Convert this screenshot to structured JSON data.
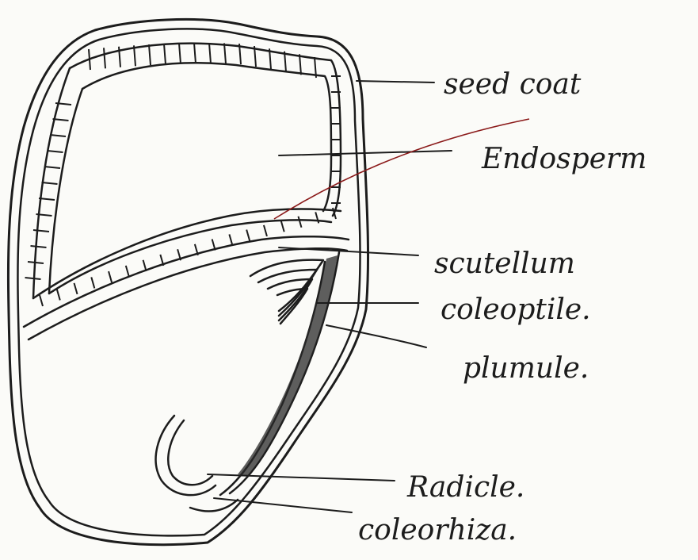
{
  "diagram": {
    "labels": {
      "seed_coat": "seed coat",
      "endosperm": "Endosperm",
      "scutellum": "scutellum",
      "coleoptile": "coleoptile.",
      "plumule": "plumule.",
      "radicle": "Radicle.",
      "coleorhiza": "coleorhiza."
    },
    "colors": {
      "ink": "#1c1c1c",
      "paper": "#fbfbf8",
      "red_pointer": "#8b1a1a"
    }
  }
}
